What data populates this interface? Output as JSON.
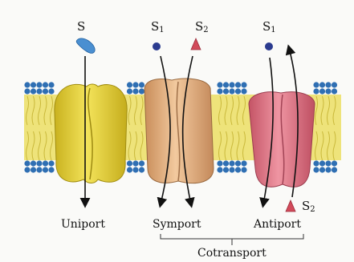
{
  "labels": {
    "s": "S",
    "s1_symport": "S",
    "s1_symport_sub": "1",
    "s2_symport": "S",
    "s2_symport_sub": "2",
    "s1_antiport": "S",
    "s1_antiport_sub": "1",
    "s2_antiport": "S",
    "s2_antiport_sub": "2"
  },
  "transport_types": {
    "uniport": "Uniport",
    "symport": "Symport",
    "antiport": "Antiport",
    "cotransport": "Cotransport"
  },
  "colors": {
    "background": "#fafaf8",
    "lipid_head": "#2f6fb3",
    "lipid_tail": "#e8e05a",
    "uniport_protein": "#e6d33a",
    "symport_protein": "#e8b98a",
    "antiport_protein": "#e07a8a",
    "substrate_s": "#4a8fd1",
    "substrate_s1": "#2b3b8f",
    "substrate_s2": "#d24a5a",
    "arrow": "#111111"
  }
}
